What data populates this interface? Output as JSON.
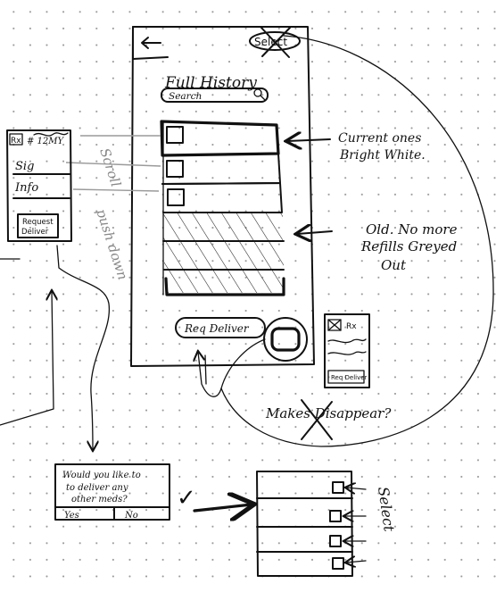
{
  "main_screen": {
    "back_label": "←",
    "select_label": "Select",
    "title": "Full History",
    "search_placeholder": "Search",
    "request_button": "Req Deliver"
  },
  "annotations": {
    "current_ones_line1": "Current ones",
    "current_ones_line2": "Bright White.",
    "old_line1": "Old. No more",
    "old_line2": "Refills Greyed",
    "old_line3": "Out",
    "makes_disappear": "Makes Disappear?",
    "scroll_line1": "Scroll",
    "scroll_line2": "push down",
    "select_vertical": "Select"
  },
  "detail_screen": {
    "rx_label": "Rx",
    "rx_number": "# 12MY",
    "sig_label": "Sig",
    "info_label": "Info",
    "request_button_line1": "Request",
    "request_button_line2": "Deliver"
  },
  "dialog": {
    "text_line1": "Would you like to",
    "text_line2": "to deliver any",
    "text_line3": "other meds?",
    "yes_label": "Yes",
    "no_label": "No",
    "checkmark": "✓"
  },
  "mini_card": {
    "label": "Rx",
    "footer": "Req Deliver"
  }
}
